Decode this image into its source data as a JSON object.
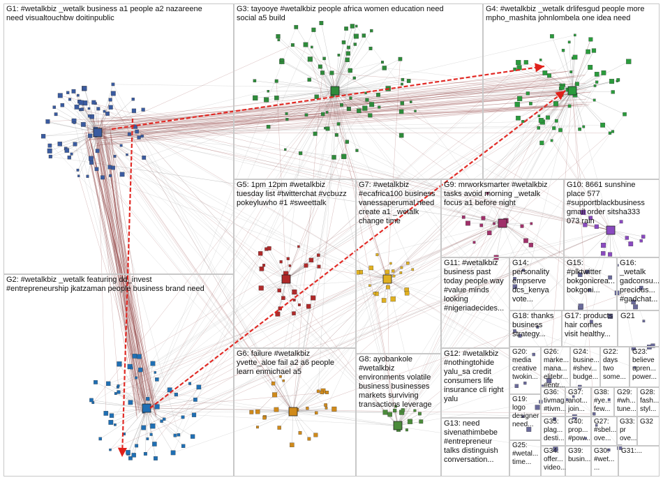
{
  "groups": [
    {
      "id": "G1",
      "label": "G1: #wetalkbiz _wetalk business a1 people a2 nazareene\nneed visualtouchbw doitinpublic"
    },
    {
      "id": "G2",
      "label": "G2: #wetalkbiz _wetalk featuring dd_invest\n#entrepreneurship jkatzaman people business brand need"
    },
    {
      "id": "G3",
      "label": "G3: tayooye #wetalkbiz people africa women education need\nsocial a5 build"
    },
    {
      "id": "G4",
      "label": "G4: #wetalkbiz _wetalk drlifesgud people more\nmpho_mashita johnlombela one idea need"
    },
    {
      "id": "G5",
      "label": "G5: 1pm 12pm #wetalkbiz\ntuesday list #twitterchat #vcbuzz\npokeyluwho #1 #sweettalk"
    },
    {
      "id": "G6",
      "label": "G6: failure #wetalkbiz\nyvette_aloe fail a2 a6 people\nlearn enmichael a5"
    },
    {
      "id": "G7",
      "label": "G7: #wetalkbiz\n#ecafrica100 business\nvanessaperumal need\ncreate a1 _wetalk\nchange time"
    },
    {
      "id": "G8",
      "label": "G8: ayobankole\n#wetalkbiz\nenvironments volatile\nbusiness businesses\nmarkets surviving\ntransactions leverage"
    },
    {
      "id": "G9",
      "label": "G9: mrworksmarter #wetalkbiz\ntasks avoid morning _wetalk\nfocus a1 before night"
    },
    {
      "id": "G10",
      "label": "G10: 8661 sunshine\nplace 577\n#supportblackbusiness\ngmail order sitsha333\n073 rain"
    },
    {
      "id": "G11",
      "label": "G11: #wetalkbiz\nbusiness past\ntoday people way\n#value minds\nlooking\n#nigeriadecides..."
    },
    {
      "id": "G12",
      "label": "G12: #wetalkbiz\n#nothingtohide\nyalu_sa credit\nconsumers life\ninsurance cli right\nyalu"
    },
    {
      "id": "G13",
      "label": "G13: need\nsivenathimbebe\n#entrepreneur\ntalks distinguish\nconversation..."
    },
    {
      "id": "G14",
      "label": "G14:\npersonality\nempserve\ndcs_kenya\nvote..."
    },
    {
      "id": "G15",
      "label": "G15:\n#plktwitter\nbokgonicrea...\nbokgoni..."
    },
    {
      "id": "G16",
      "label": "G16:\n_wetalk\ngadconsu...\nprecious...\n#gadchat..."
    },
    {
      "id": "G17",
      "label": "G17: products\nhair comes\nvisit healthy..."
    },
    {
      "id": "G18",
      "label": "G18: thanks\nbusiness\nstrategy..."
    },
    {
      "id": "G19",
      "label": "G19:\nlogo\ndesigner\nneed..."
    },
    {
      "id": "G20",
      "label": "G20:\nmedia\ncreative\ntwokin..."
    },
    {
      "id": "G21",
      "label": "G21"
    },
    {
      "id": "G22",
      "label": "G22:\ndays\ntwo\nsome..."
    },
    {
      "id": "G23",
      "label": "G23:\nbelieve\nupren...\npower..."
    },
    {
      "id": "G24",
      "label": "G24:\nbusine...\n#shev...\nbudge..."
    },
    {
      "id": "G25",
      "label": "G25:\n#wetal...\ntime..."
    },
    {
      "id": "G26",
      "label": "G26:\nmarke...\nmana...\nelitebr...\n#entr..."
    },
    {
      "id": "G27",
      "label": "G27:\n#sbel...\nove..."
    },
    {
      "id": "G28",
      "label": "G28:\nfash...\nstyl..."
    },
    {
      "id": "G29",
      "label": "G29:\n#wh...\ntune..."
    },
    {
      "id": "G30",
      "label": "G30:\n#wet...\n..."
    },
    {
      "id": "G31",
      "label": "G31:..."
    },
    {
      "id": "G32",
      "label": "G32"
    },
    {
      "id": "G33",
      "label": "G33:\npr\nove..."
    },
    {
      "id": "G34",
      "label": "G34:\noffer...\nvideo..."
    },
    {
      "id": "G35",
      "label": "G35:\nplag...\ndesti..."
    },
    {
      "id": "G36",
      "label": "G36:\ntivmag...\n#tivm..."
    },
    {
      "id": "G37",
      "label": "G37:\nanot...\njoin..."
    },
    {
      "id": "G38",
      "label": "G38:\n#ye...\nfew..."
    },
    {
      "id": "G39",
      "label": "G39:\nbusin..."
    },
    {
      "id": "G40",
      "label": "G40:\nprop...\n#pow..."
    }
  ],
  "colors": {
    "edge_gray": "#9a9a9a",
    "edge_dark": "#8b3a3a",
    "edge_red": "#e0201a",
    "box_border": "#c8c8c8",
    "G1": "#3a5ba0",
    "G2": "#1f6fb4",
    "G3": "#2e8b3a",
    "G4": "#2a9b3c",
    "G5": "#b02a2a",
    "G6": "#d08a1a",
    "G7": "#e0b020",
    "G8": "#4b8b3b",
    "G9": "#a0306a",
    "G10": "#8a4ac0",
    "other": "#6a6a9a"
  },
  "icons": [
    "user-avatar-node",
    "arrow-head-icon"
  ]
}
